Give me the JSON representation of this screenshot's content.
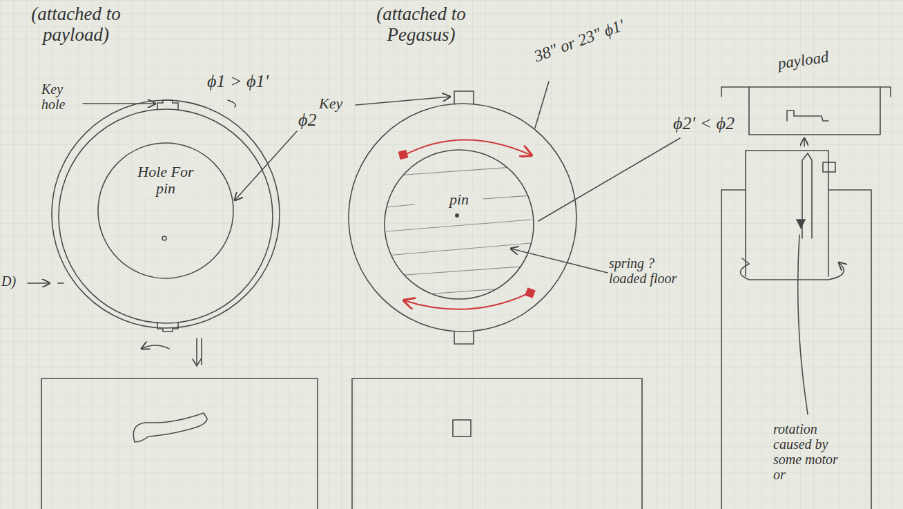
{
  "diagram": {
    "nodes": [
      {
        "text": [
          "Hole For pin"
        ]
      },
      {
        "text": [
          "pin"
        ]
      }
    ],
    "labels": [
      "(attached to payload)",
      "Key hole",
      "ϕ1 > ϕ1'",
      "ϕ2",
      "D)",
      "(attached to Pegasus)",
      "Key",
      "38\" or 23\" ϕ1'",
      "ϕ2' < ϕ2",
      "spring ? loaded floor",
      "payload",
      "rotation caused by some motor or"
    ]
  }
}
